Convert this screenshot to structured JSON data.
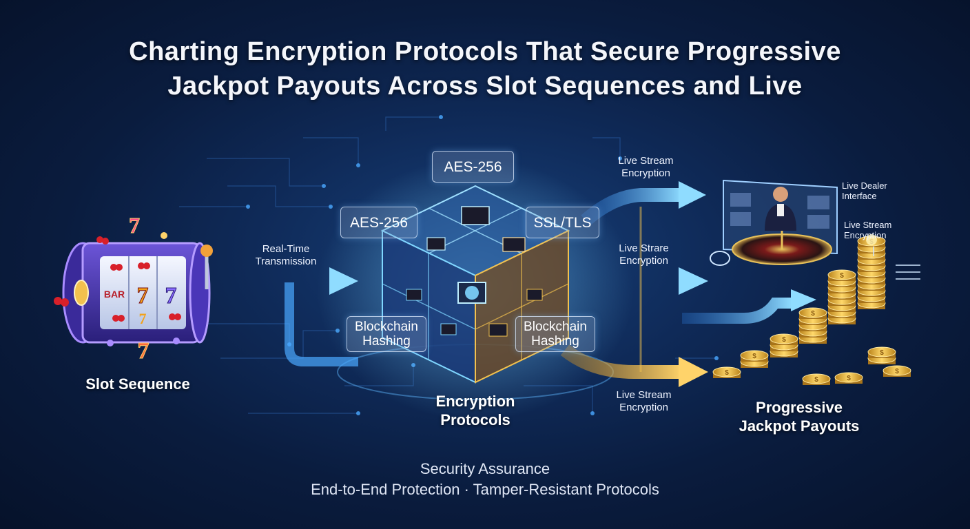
{
  "title": {
    "line1": "Charting Encryption Protocols That Secure Progressive",
    "line2": "Jackpot Payouts Across Slot Sequences and Live"
  },
  "slot": {
    "label": "Slot Sequence",
    "reel_symbols": [
      "BAR",
      "7",
      "7",
      "7"
    ]
  },
  "transmission": {
    "line1": "Real-Time",
    "line2": "Transmission"
  },
  "protocols": {
    "top_left": "AES-256",
    "top_right": "AES-256",
    "right": "SSL/TLS",
    "bottom_left": "Blockchain Hashing",
    "bottom_right": "Blockchain Hashing",
    "center_label_line1": "Encryption",
    "center_label_line2": "Protocols"
  },
  "streams": {
    "top_line1": "Live Stream",
    "top_line2": "Encryption",
    "middle_line1": "Live Strare",
    "middle_line2": "Encryption",
    "bottom_line1": "Live Stream",
    "bottom_line2": "Encryption"
  },
  "live_dealer": {
    "label_line1": "Live Dealer",
    "label_line2": "Interface",
    "stream_line1": "Live Stream",
    "stream_line2": "Encryption"
  },
  "payouts": {
    "label_line1": "Progressive",
    "label_line2": "Jackpot Payouts",
    "coin_symbol": "$"
  },
  "footer": {
    "line1": "Security Assurance",
    "line2": "End-to-End Protection · Tamper-Resistant Protocols"
  },
  "colors": {
    "background": "#0f2a58",
    "stream_blue": "#56b8ff",
    "stream_gold": "#f2c14e",
    "cube_glow": "#7fd6ff",
    "coin_gold": "#e8b530"
  }
}
